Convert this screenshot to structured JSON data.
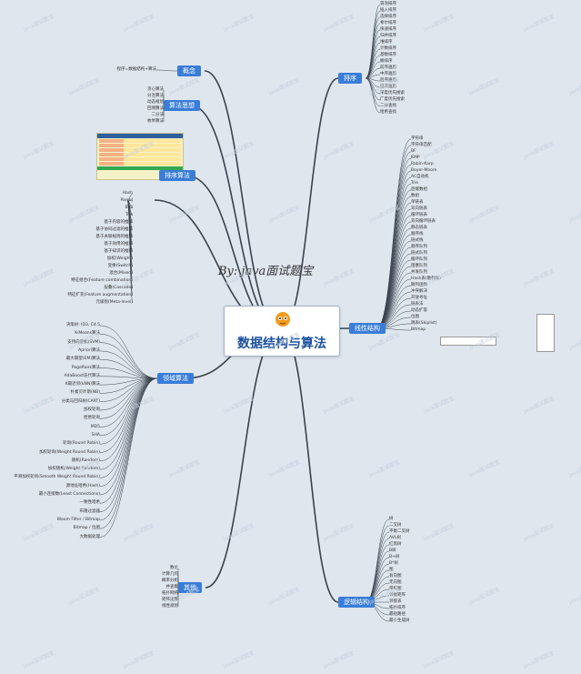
{
  "center": {
    "title": "数据结构与算法"
  },
  "byline": "By: java面试题宝",
  "watermark": "java面试题宝",
  "colors": {
    "accent": "#3a7dd8",
    "background": "#dfe6ee",
    "edge": "#39424d"
  },
  "branches": {
    "left": [
      {
        "label": "概念",
        "items": [
          "程序=数据结构+算法"
        ]
      },
      {
        "label": "算法思想",
        "items": [
          "贪心算法",
          "分治算法",
          "动态规划",
          "回溯算法",
          "二分法",
          "枚举算法"
        ]
      },
      {
        "label": "排序算法",
        "items": []
      },
      {
        "label": "",
        "items": [
          "Hash",
          "Parcel",
          "Bell",
          "Trie",
          "基于内容的推荐",
          "基于协同过滤的推荐",
          "基于关联规则的推荐",
          "基于效用的推荐",
          "基于知识的推荐",
          "加权(Weight)",
          "变换(Switch)",
          "混合(Mixed)",
          "特征组合(Feature combination)",
          "层叠(Cascade)",
          "特征扩充(Feature augmentation)",
          "元级别(Meta-level)"
        ]
      },
      {
        "label": "领域算法",
        "items": [
          "决策树: ID3, C4.5",
          "K-Means算法",
          "支持向量机(SVM)",
          "Apriori算法",
          "最大期望(EM)算法",
          "PageRank算法",
          "AdaBoost迭代算法",
          "K最近邻(kNN)算法",
          "朴素贝叶斯(NB)",
          "分类与回归树(CART)",
          "加权轮询",
          "拒绝轮询",
          "MD5",
          "SHA",
          "轮询(Round Robin)",
          "加权轮询(Weight Round Robin)",
          "随机(Random)",
          "加权随机(Weight Random)",
          "平滑加权轮询(Smooth Weight Round Robin)",
          "源地址哈希(Hash)",
          "最小连接数(Least Connections)",
          "一致性哈希",
          "布隆过滤器",
          "Bloom Filter / Bitmap",
          "Bitmap / 位图",
          "大数据处理"
        ]
      },
      {
        "label": "其他",
        "items": [
          "数论",
          "计算几何",
          "概率分析",
          "并查集",
          "拓扑网络",
          "矩阵运算",
          "线性规划"
        ]
      }
    ],
    "right": [
      {
        "label": "排序",
        "items": [
          "冒泡排序",
          "插入排序",
          "选择排序",
          "希尔排序",
          "快速排序",
          "归并排序",
          "堆排序",
          "计数排序",
          "基数排序",
          "桶排序",
          "前序遍历",
          "中序遍历",
          "后序遍历",
          "层次遍历",
          "深度优先搜索",
          "广度优先搜索",
          "二分查找",
          "哈希查找"
        ]
      },
      {
        "label": "线性结构",
        "items": [
          "字符串",
          "字符串匹配",
          "BF",
          "KMP",
          "Rabin-Karp",
          "Boyer-Moore",
          "AC自动机",
          "Trie",
          "后缀数组",
          "数组",
          "单链表",
          "双向链表",
          "循环链表",
          "双向循环链表",
          "静态链表",
          "顺序栈",
          "链式栈",
          "顺序队列",
          "链式队列",
          "循环队列",
          "阻塞队列",
          "并发队列",
          "Hash表(散列表)",
          "散列函数",
          "冲突解决",
          "开放寻址",
          "链表法",
          "动态扩容",
          "位图",
          "跳表(Skiplist)",
          "Bitmap"
        ]
      },
      {
        "label": "逻辑结构",
        "items": [
          "树",
          "二叉树",
          "平衡二叉树",
          "AVL树",
          "红黑树",
          "B树",
          "B+树",
          "B*树",
          "图",
          "有向图",
          "无向图",
          "带权图",
          "邻接矩阵",
          "邻接表",
          "拓扑排序",
          "最短路径",
          "最小生成树"
        ]
      }
    ]
  }
}
